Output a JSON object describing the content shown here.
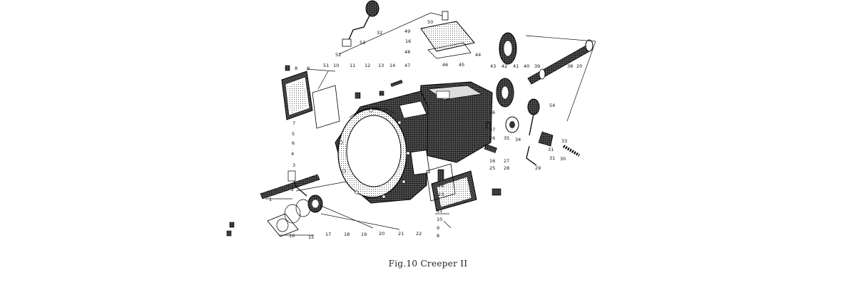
{
  "caption": "Fig.10 Creeper II",
  "labels": {
    "l1": "1",
    "l2": "2",
    "l3": "3",
    "l4": "4",
    "l5": "5",
    "l6": "6",
    "l7": "7",
    "l8a": "8",
    "l9a": "9",
    "l10a": "10",
    "l11a": "11",
    "l12": "12",
    "l13": "13",
    "l14": "14",
    "l15": "15",
    "l16a": "16",
    "l17": "17",
    "l18": "18",
    "l19": "19",
    "l20a": "20",
    "l21": "21",
    "l22": "22",
    "l23": "23",
    "l24": "24",
    "l25": "25",
    "l26": "26",
    "l27": "27",
    "l28": "28",
    "l29": "29",
    "l30": "30",
    "l31a": "31",
    "l31b": "31",
    "l32": "32",
    "l33": "33",
    "l34": "34",
    "l35": "35",
    "l36": "36",
    "l37": "37",
    "l38": "38",
    "l39": "39",
    "l40": "40",
    "l41": "41",
    "l42": "42",
    "l43": "43",
    "l44": "44",
    "l45": "45",
    "l46": "46",
    "l47": "47",
    "l48": "48",
    "l49": "49",
    "l50": "50",
    "l51": "51",
    "l52": "52",
    "l53": "53",
    "l54": "54",
    "l8b": "8",
    "l9b": "9",
    "l10b": "10",
    "l11b": "11",
    "l16b": "16",
    "l16c": "16",
    "l20b": "20"
  }
}
